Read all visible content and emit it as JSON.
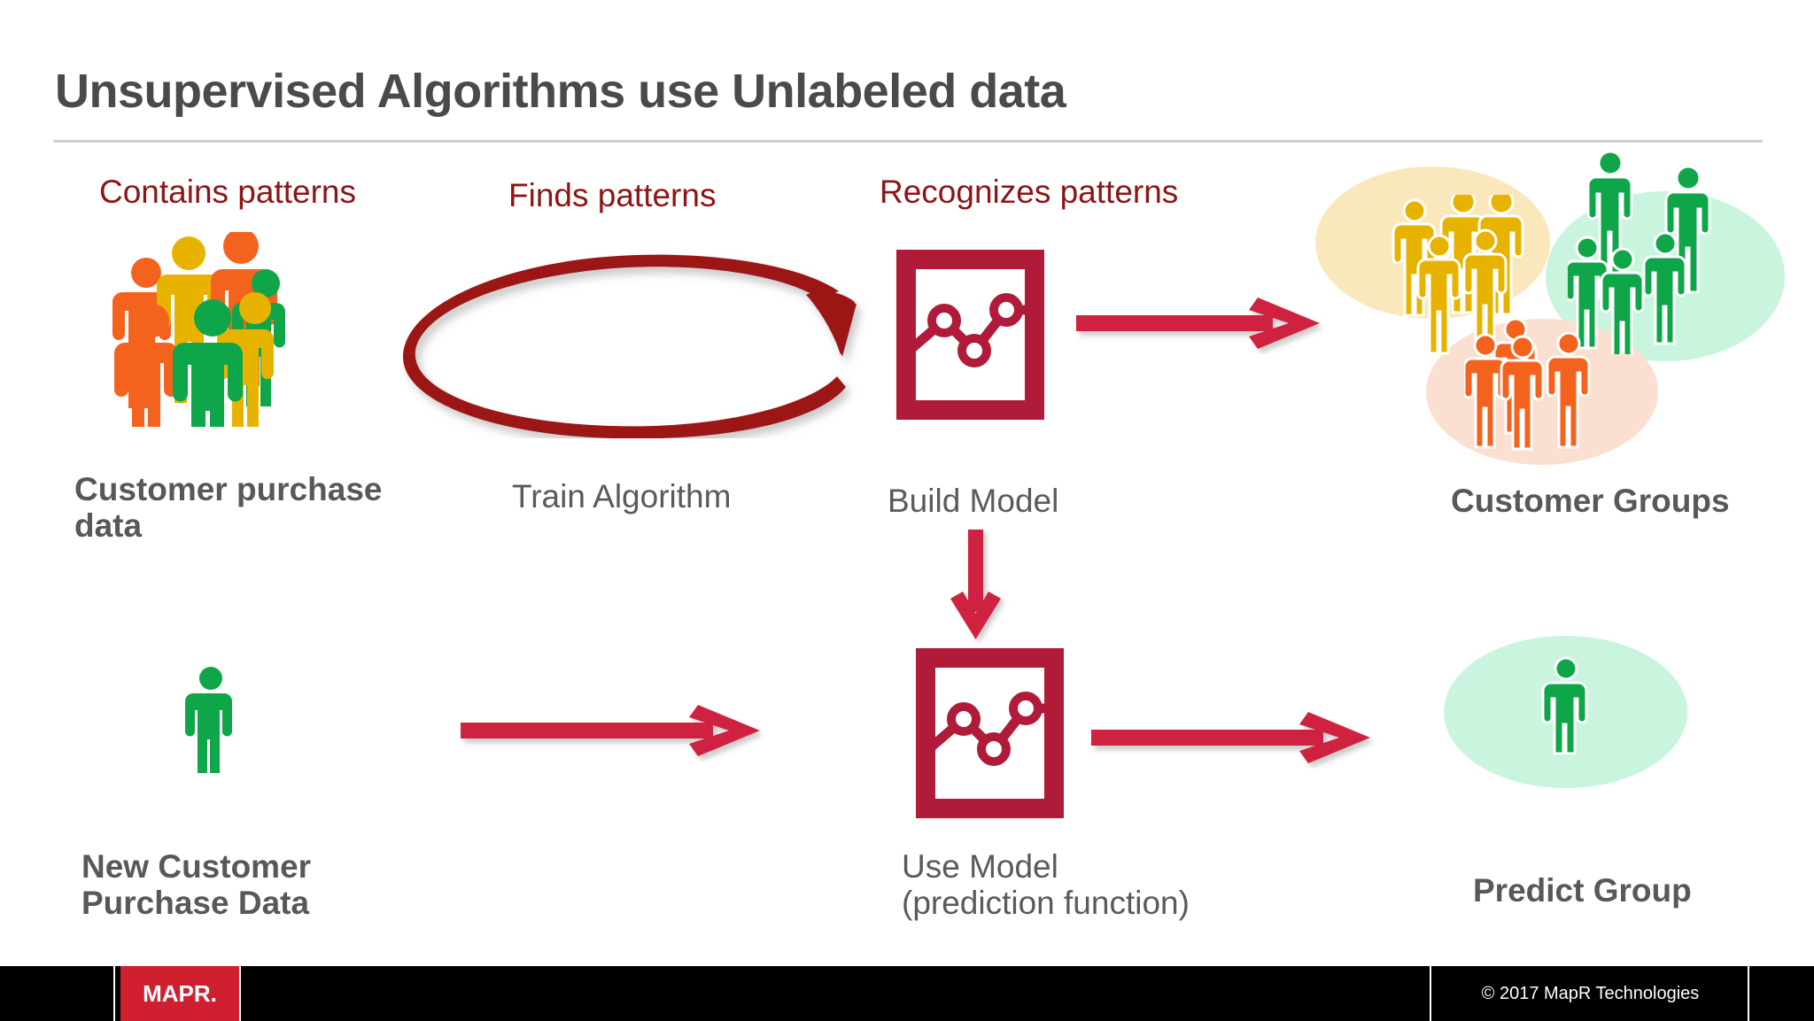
{
  "slide": {
    "title": "Unsupervised Algorithms use Unlabeled data",
    "background_color": "#ffffff"
  },
  "colors": {
    "title_gray": "#4a4a4a",
    "caption_gray": "#5a5a5a",
    "dark_red": "#8c1515",
    "crimson": "#c32148",
    "arrow_red": "#cf2040",
    "model_red": "#b01b3a",
    "person_orange": "#f4631e",
    "person_gold": "#e8b300",
    "person_green": "#0fa64a",
    "blob_yellow": "#fae8bc",
    "blob_green": "#c9f4dd",
    "blob_peach": "#fbdfd0",
    "footer_black": "#000000",
    "logo_red": "#d0202f"
  },
  "top_row": {
    "labels": {
      "contains_patterns": "Contains patterns",
      "finds_patterns": "Finds patterns",
      "recognizes_patterns": "Recognizes patterns"
    },
    "captions": {
      "customer_purchase_data": "Customer purchase\ndata",
      "train_algorithm": "Train Algorithm",
      "build_model": "Build Model",
      "customer_groups": "Customer Groups"
    }
  },
  "bottom_row": {
    "captions": {
      "new_customer_purchase_data": "New Customer\nPurchase Data",
      "use_model": "Use Model\n(prediction function)",
      "predict_group": "Predict Group"
    }
  },
  "clusters": [
    {
      "name": "gold-group",
      "color": "#e8b300",
      "blob": "#fae8bc",
      "count": 5
    },
    {
      "name": "green-group",
      "color": "#0fa64a",
      "blob": "#c9f4dd",
      "count": 6
    },
    {
      "name": "orange-group",
      "color": "#f4631e",
      "blob": "#fbdfd0",
      "count": 4
    }
  ],
  "icons": {
    "people_cluster": "people-cluster-icon",
    "single_person": "person-icon",
    "model_chart": "line-chart-model-icon",
    "loop_arrow": "circular-arrow-icon",
    "right_arrow": "right-arrow-icon",
    "down_arrow": "down-arrow-icon"
  },
  "footer": {
    "logo_text": "MAPR.",
    "copyright": "© 2017 MapR Technologies"
  }
}
